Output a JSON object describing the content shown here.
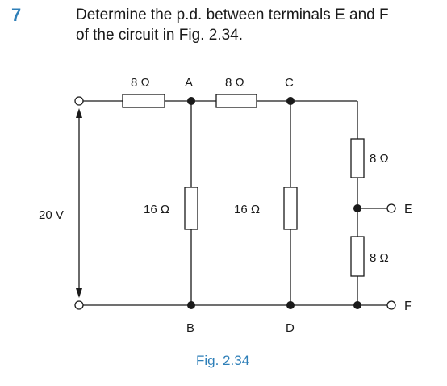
{
  "question": {
    "number": "7",
    "line1": "Determine the p.d. between terminals E and F",
    "line2": "of the circuit in Fig. 2.34."
  },
  "circuit": {
    "resistor_top_left": "8 Ω",
    "resistor_top_mid": "8 Ω",
    "resistor_right_upper": "8 Ω",
    "resistor_right_lower": "8 Ω",
    "resistor_vertical_AB": "16 Ω",
    "resistor_vertical_CD": "16 Ω",
    "supply_voltage": "20 V",
    "node_A": "A",
    "node_B": "B",
    "node_C": "C",
    "node_D": "D",
    "terminal_E": "E",
    "terminal_F": "F"
  },
  "caption": "Fig. 2.34",
  "colors": {
    "accent": "#2e7fb8",
    "ink": "#1a1a1a"
  }
}
